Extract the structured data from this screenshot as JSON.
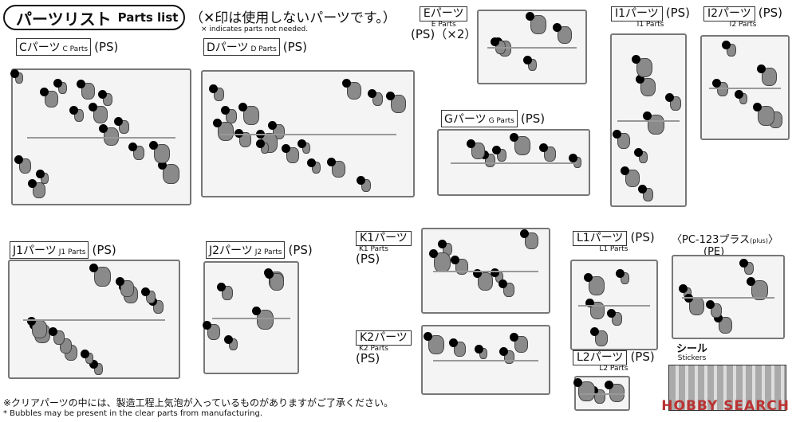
{
  "header": {
    "title_jp": "パーツリスト",
    "title_en": "Parts list",
    "note_jp": "（✕印は使用しないパーツです。）",
    "note_en": "× indicates parts not needed."
  },
  "sections": {
    "c": {
      "jp": "Cパーツ",
      "en": "C Parts",
      "mat": "(PS)"
    },
    "d": {
      "jp": "Dパーツ",
      "en": "D Parts",
      "mat": "(PS)"
    },
    "e": {
      "jp": "Eパーツ",
      "en": "E Parts",
      "mat": "(PS)（×2）"
    },
    "i1": {
      "jp": "I1パーツ",
      "en": "I1 Parts",
      "mat": "(PS)"
    },
    "i2": {
      "jp": "I2パーツ",
      "en": "I2 Parts",
      "mat": "(PS)"
    },
    "g": {
      "jp": "Gパーツ",
      "en": "G Parts",
      "mat": "(PS)"
    },
    "j1": {
      "jp": "J1パーツ",
      "en": "J1 Parts",
      "mat": "(PS)"
    },
    "j2": {
      "jp": "J2パーツ",
      "en": "J2 Parts",
      "mat": "(PS)"
    },
    "k1": {
      "jp": "K1パーツ",
      "en": "K1 Parts",
      "mat": "(PS)"
    },
    "k2": {
      "jp": "K2パーツ",
      "en": "K2 Parts",
      "mat": "(PS)"
    },
    "l1": {
      "jp": "L1パーツ",
      "en": "L1 Parts",
      "mat": "(PS)"
    },
    "l2": {
      "jp": "L2パーツ",
      "en": "L2 Parts",
      "mat": "(PS)"
    },
    "pc": {
      "jp": "〈PC-123プラス",
      "en": "(plus)",
      "close": "〉",
      "mat": "(PE)"
    },
    "stickers": {
      "jp": "シール",
      "en": "Stickers"
    }
  },
  "footer": {
    "note_jp": "※クリアパーツの中には、製造工程上気泡が入っているものがありますがご了承ください。",
    "note_en": "* Bubbles may be present in the clear parts from manufacturing."
  },
  "watermark": {
    "brand": "HOBBY",
    "rest": " SEARCH"
  }
}
